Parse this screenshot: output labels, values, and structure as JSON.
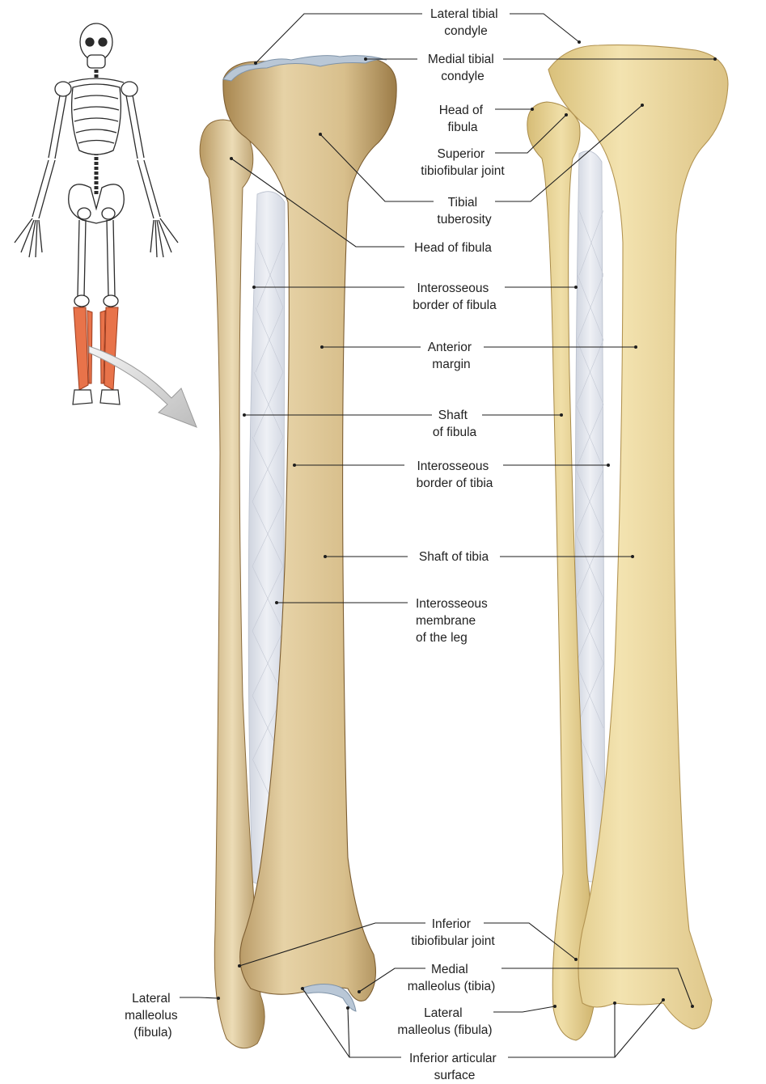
{
  "colors": {
    "background": "#ffffff",
    "bone_left": "#dcc79a",
    "bone_left_shade": "#b89a62",
    "bone_right": "#f0dfa8",
    "bone_right_shade": "#d9c07a",
    "membrane": "#e4e7ef",
    "cartilage": "#b9c7d6",
    "highlight_bones": "#e8734a",
    "leader_line": "#1e1e1e",
    "text": "#222222"
  },
  "icons": {
    "skeleton": "skeleton-icon",
    "arrow": "curved-arrow-icon"
  },
  "labels": {
    "lateral_tibial_condyle": [
      "Lateral tibial",
      "condyle"
    ],
    "medial_tibial_condyle": [
      "Medial tibial",
      "condyle"
    ],
    "head_of_fibula_right": [
      "Head of",
      "fibula"
    ],
    "superior_tibiofibular_joint": [
      "Superior",
      "tibiofibular joint"
    ],
    "tibial_tuberosity": [
      "Tibial",
      "tuberosity"
    ],
    "head_of_fibula_left": [
      "Head of fibula"
    ],
    "interosseous_border_of_fibula": [
      "Interosseous",
      "border of fibula"
    ],
    "anterior_margin": [
      "Anterior",
      "margin"
    ],
    "shaft_of_fibula": [
      "Shaft",
      "of fibula"
    ],
    "interosseous_border_of_tibia": [
      "Interosseous",
      "border of tibia"
    ],
    "shaft_of_tibia": [
      "Shaft of tibia"
    ],
    "interosseous_membrane": [
      "Interosseous",
      "membrane",
      "of the leg"
    ],
    "inferior_tibiofibular_joint": [
      "Inferior",
      "tibiofibular joint"
    ],
    "medial_malleolus": [
      "Medial",
      "malleolus (tibia)"
    ],
    "lateral_malleolus_center": [
      "Lateral",
      "malleolus (fibula)"
    ],
    "lateral_malleolus_left": [
      "Lateral",
      "malleolus",
      "(fibula)"
    ],
    "inferior_articular_surface": [
      "Inferior articular",
      "surface"
    ]
  }
}
